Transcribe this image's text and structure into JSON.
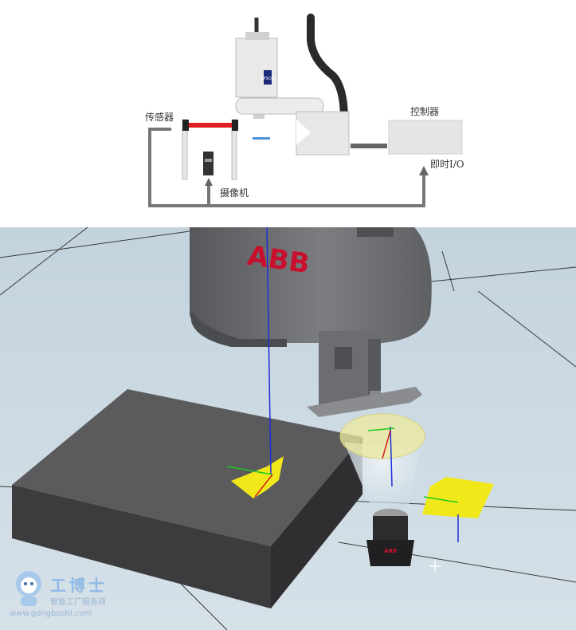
{
  "diagram": {
    "sensor_label": "传感器",
    "controller_label": "控制器",
    "io_label": "即时I/O",
    "camera_label": "摄像机",
    "robot_brand_small": "EPSON"
  },
  "scene": {
    "robot_brand": "ABB",
    "camera_brand": "ABB"
  },
  "watermark": {
    "name": "工博士",
    "subtitle": "智能工厂服务商",
    "url": "www.gongboshi.com"
  },
  "colors": {
    "sensor_beam": "#e02020",
    "path_line": "#777777",
    "accent_yellow": "#f1e81a",
    "floor": "#c9d7e1",
    "box_top": "#5b5b5d",
    "box_front": "#3c3c3e",
    "robot_body": "#6c6d70",
    "abb_red": "#c8102e"
  }
}
